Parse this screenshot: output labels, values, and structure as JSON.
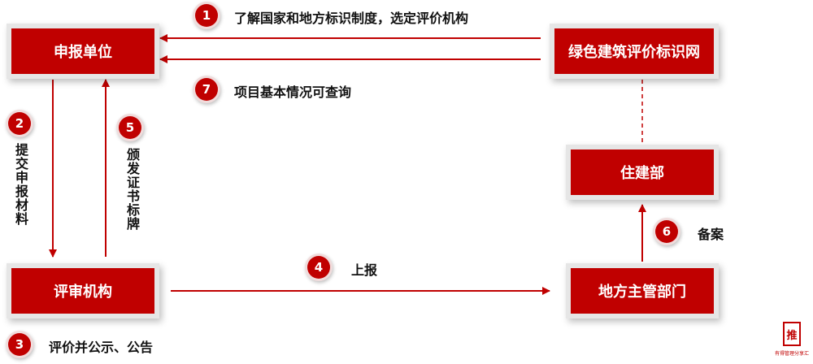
{
  "nodes": {
    "applicant": "申报单位",
    "website": "绿色建筑评价标识网",
    "housing_dept": "住建部",
    "review_agency": "评审机构",
    "local_authority": "地方主管部门"
  },
  "steps": [
    {
      "num": "1",
      "text": "了解国家和地方标识制度，选定评价机构"
    },
    {
      "num": "2",
      "text": "提交申报材料"
    },
    {
      "num": "3",
      "text": "评价并公示、公告"
    },
    {
      "num": "4",
      "text": "上报"
    },
    {
      "num": "5",
      "text": "颁发证书标牌"
    },
    {
      "num": "6",
      "text": "备案"
    },
    {
      "num": "7",
      "text": "项目基本情况可查询"
    }
  ],
  "watermark": {
    "glyph": "推",
    "caption": "有得管理分享汇"
  },
  "colors": {
    "accent": "#c00000",
    "box_border": "#e6e6e6",
    "text": "#111111"
  }
}
